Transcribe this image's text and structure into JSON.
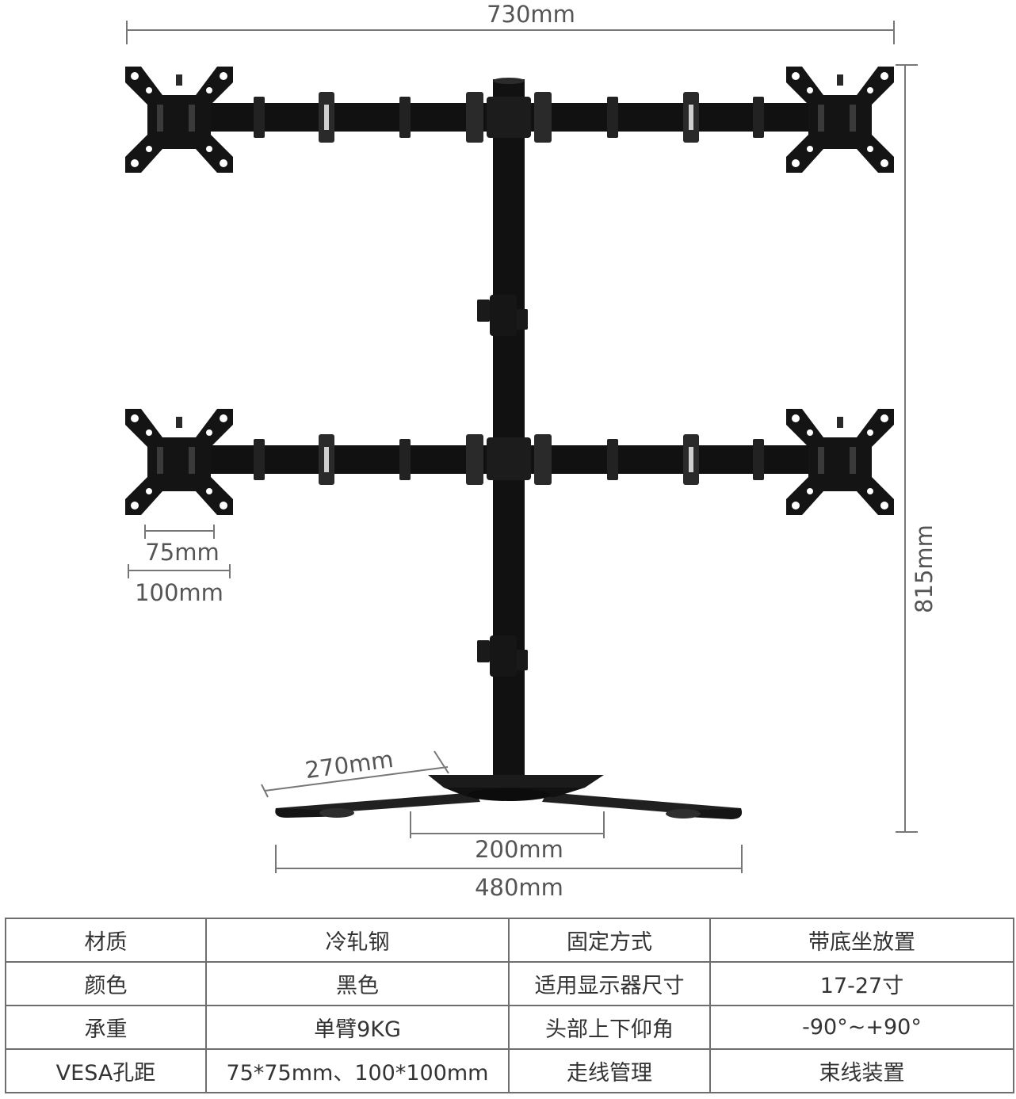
{
  "dimensions": {
    "total_width": "730mm",
    "height": "815mm",
    "vesa_small": "75mm",
    "vesa_large": "100mm",
    "foot_length": "270mm",
    "base_plate": "200mm",
    "base_width": "480mm"
  },
  "specs": {
    "rows": [
      [
        "材质",
        "冷轧钢",
        "固定方式",
        "带底坐放置"
      ],
      [
        "颜色",
        "黑色",
        "适用显示器尺寸",
        "17-27寸"
      ],
      [
        "承重",
        "单臂9KG",
        "头部上下仰角",
        "-90°~+90°"
      ],
      [
        "VESA孔距",
        "75*75mm、100*100mm",
        "走线管理",
        "束线装置"
      ]
    ]
  }
}
